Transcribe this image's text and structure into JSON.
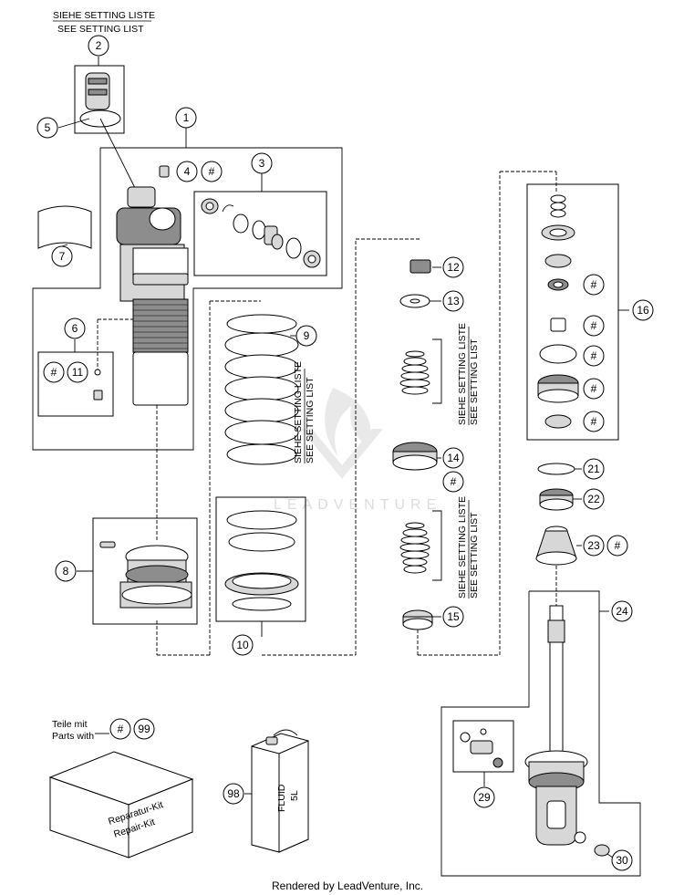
{
  "labels": {
    "setting_de_top": "SIEHE SETTING LISTE",
    "setting_en_top": "SEE SETTING LIST",
    "setting_de": "SIEHE SETTING LISTE",
    "setting_en": "SEE SETTING LIST",
    "kit_line1": "Teile mit",
    "kit_line2": "Parts with",
    "kit_box_line1": "Reparatur-Kit",
    "kit_box_line2": "Repair-Kit",
    "fluid_line1": "FLUID",
    "fluid_line2": "5L",
    "watermark": "LEADVENTURE",
    "footer": "Rendered by LeadVenture, Inc."
  },
  "callouts": {
    "c1": "1",
    "c2": "2",
    "c3": "3",
    "c4": "4",
    "c5": "5",
    "c6": "6",
    "c7": "7",
    "c8": "8",
    "c9": "9",
    "c10": "10",
    "c11": "11",
    "c12": "12",
    "c13": "13",
    "c14": "14",
    "c15": "15",
    "c16": "16",
    "c21": "21",
    "c22": "22",
    "c23": "23",
    "c24": "24",
    "c29": "29",
    "c30": "30",
    "c98": "98",
    "c99": "99",
    "hash": "#"
  }
}
